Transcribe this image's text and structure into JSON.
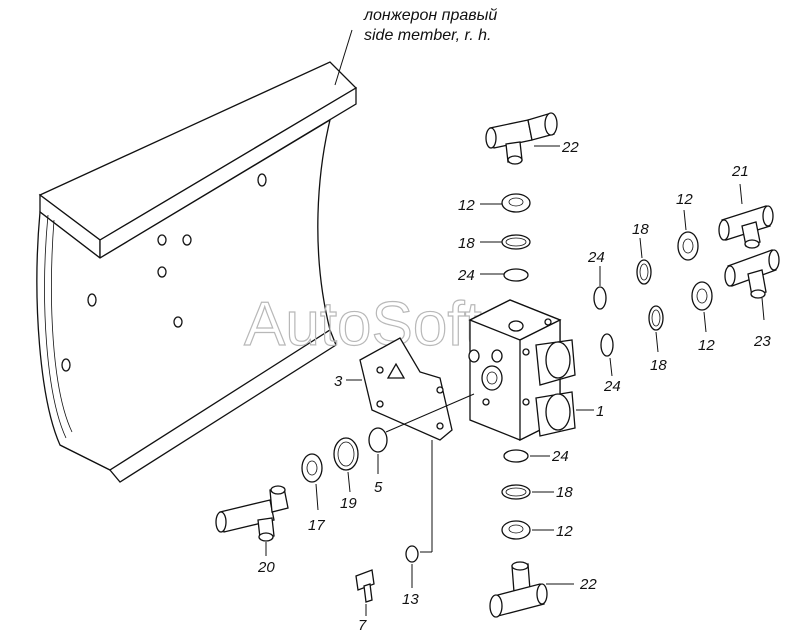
{
  "header": {
    "title_ru": "лонжерон правый",
    "title_en": "side member, r. h."
  },
  "watermark": "AutoSoft",
  "callouts": {
    "c1": "1",
    "c3": "3",
    "c5": "5",
    "c7": "7",
    "c12a": "12",
    "c12b": "12",
    "c12c": "12",
    "c12d": "12",
    "c13": "13",
    "c17": "17",
    "c18a": "18",
    "c18b": "18",
    "c18c": "18",
    "c18d": "18",
    "c19": "19",
    "c20": "20",
    "c21": "21",
    "c22a": "22",
    "c22b": "22",
    "c23": "23",
    "c24a": "24",
    "c24b": "24",
    "c24c": "24",
    "c24d": "24"
  }
}
